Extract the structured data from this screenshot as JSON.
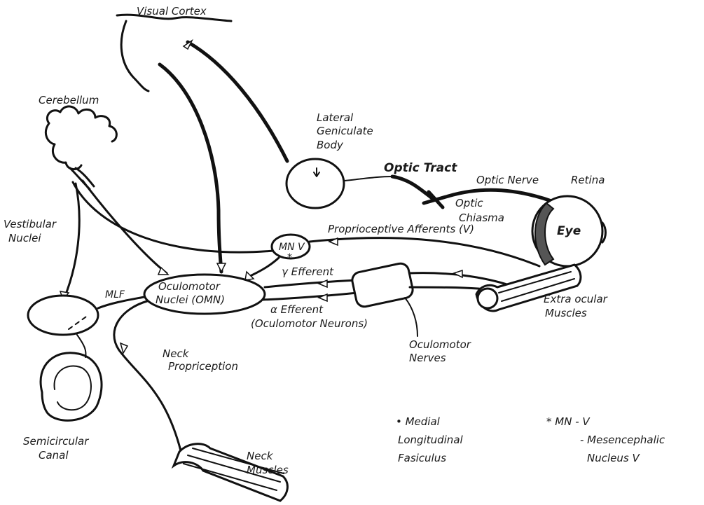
{
  "labels": {
    "visual_cortex": "Visual Cortex",
    "cerebellum": "Cerebellum",
    "lateral_geniculate_1": "Lateral",
    "lateral_geniculate_2": "Geniculate",
    "lateral_geniculate_3": "Body",
    "optic_tract": "Optic Tract",
    "optic_nerve": "Optic Nerve",
    "retina": "Retina",
    "optic_chiasma_1": "Optic",
    "optic_chiasma_2": "Chiasma",
    "eye": "Eye",
    "vestibular_1": "Vestibular",
    "vestibular_2": "Nuclei",
    "mn_v": "MN V",
    "mn_v_star": "*",
    "proprioceptive_afferents": "Proprioceptive Afferents (V)",
    "gamma_efferent": "γ Efferent",
    "alpha_efferent": "α Efferent",
    "oculomotor_neurons": "(Oculomotor Neurons)",
    "oculomotor_nuclei_1": "Oculomotor",
    "oculomotor_nuclei_2": "Nuclei (OMN)",
    "mlf": "MLF",
    "extraocular_1": "Extra ocular",
    "extraocular_2": "Muscles",
    "oculomotor_nerves_1": "Oculomotor",
    "oculomotor_nerves_2": "Nerves",
    "neck_proprioception_1": "Neck",
    "neck_proprioception_2": "Propriception",
    "semicircular_1": "Semicircular",
    "semicircular_2": "Canal",
    "neck_muscles_1": "Neck",
    "neck_muscles_2": "Muscles",
    "legend_mlf_1": "• Medial",
    "legend_mlf_2": "Longitudinal",
    "legend_mlf_3": "Fasiculus",
    "legend_mn_1": "* MN - V",
    "legend_mn_2": "- Mesencephalic",
    "legend_mn_3": "Nucleus V"
  }
}
